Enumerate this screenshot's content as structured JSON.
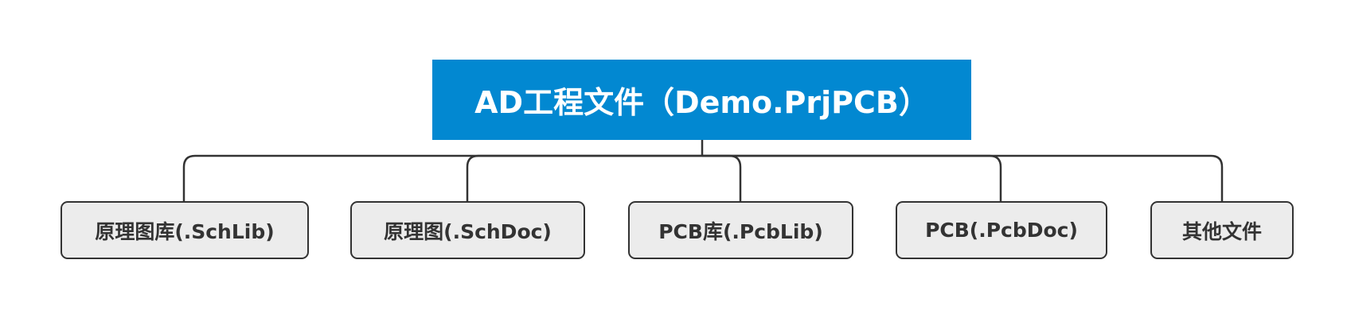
{
  "colors": {
    "root_fill": "#0288d1",
    "root_text": "#ffffff",
    "child_fill": "#ececec",
    "child_border": "#333333",
    "child_text": "#333333",
    "connector": "#333333"
  },
  "root": {
    "label": "AD工程文件（Demo.PrjPCB）"
  },
  "children": [
    {
      "label": "原理图库(.SchLib)"
    },
    {
      "label": "原理图(.SchDoc)"
    },
    {
      "label": "PCB库(.PcbLib)"
    },
    {
      "label": "PCB(.PcbDoc)"
    },
    {
      "label": "其他文件"
    }
  ]
}
